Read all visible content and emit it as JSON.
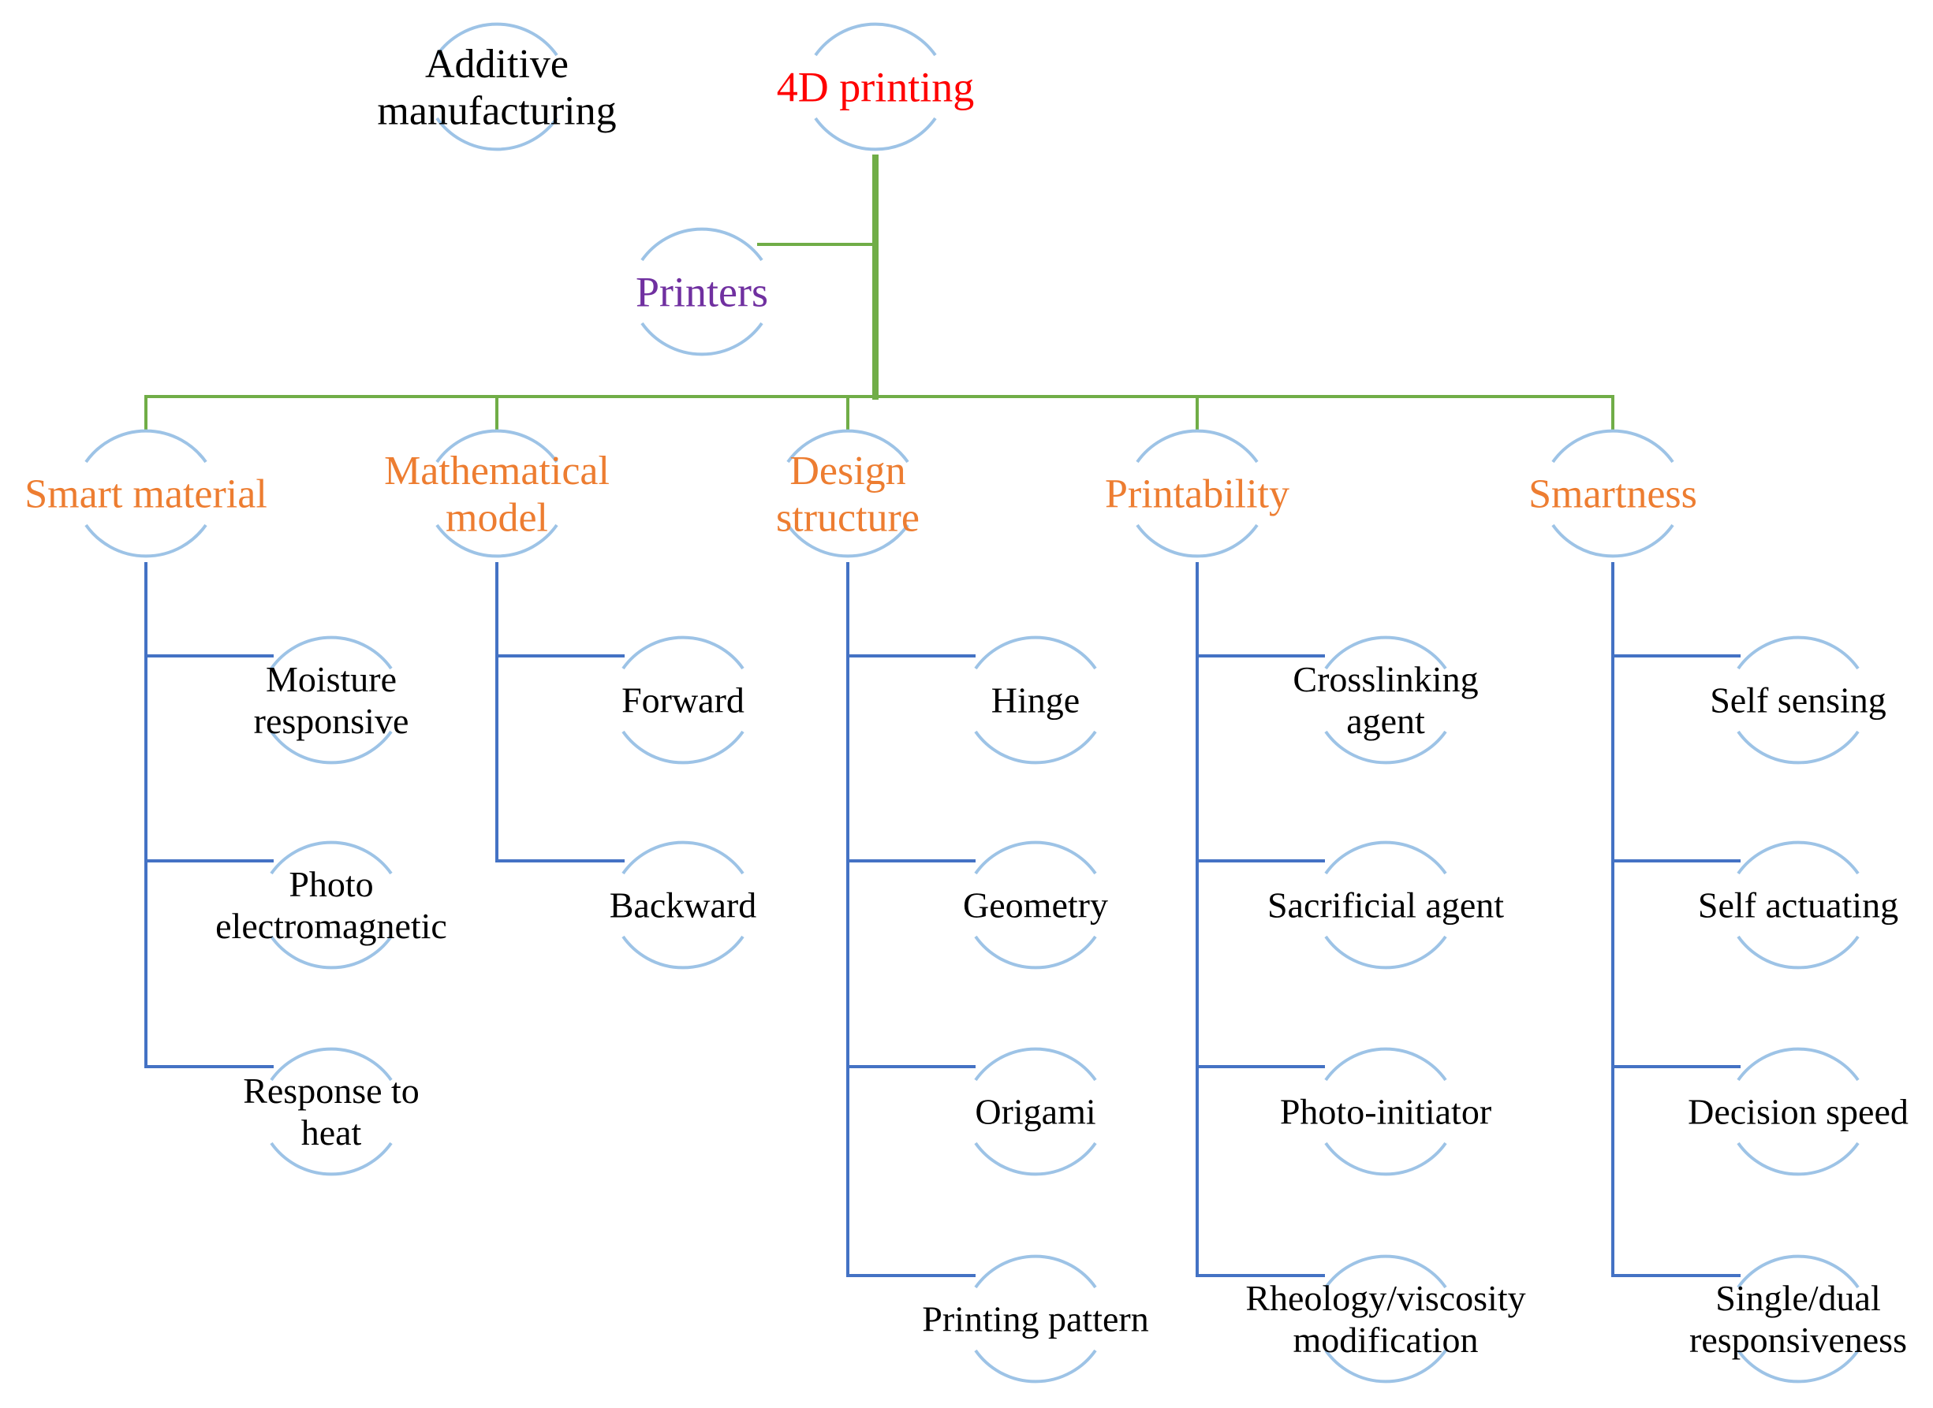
{
  "colors": {
    "root_text": "#ff0000",
    "category_text": "#ed7d31",
    "printers_text": "#7030a0",
    "leaf_text": "#000000",
    "additive_text": "#000000",
    "green_line": "#70ad47",
    "blue_line": "#4472c4",
    "arc": "#9dc3e6"
  },
  "title_left": [
    "Additive",
    "manufacturing"
  ],
  "root": [
    "4D printing"
  ],
  "printers": [
    "Printers"
  ],
  "categories": [
    {
      "label": [
        "Smart material"
      ],
      "children": [
        [
          "Moisture",
          "responsive"
        ],
        [
          "Photo",
          "electromagnetic"
        ],
        [
          "Response to",
          "heat"
        ]
      ]
    },
    {
      "label": [
        "Mathematical",
        "model"
      ],
      "children": [
        [
          "Forward"
        ],
        [
          "Backward"
        ]
      ]
    },
    {
      "label": [
        "Design",
        "structure"
      ],
      "children": [
        [
          "Hinge"
        ],
        [
          "Geometry"
        ],
        [
          "Origami"
        ],
        [
          "Printing pattern"
        ]
      ]
    },
    {
      "label": [
        "Printability"
      ],
      "children": [
        [
          "Crosslinking",
          "agent"
        ],
        [
          "Sacrificial agent"
        ],
        [
          "Photo-initiator"
        ],
        [
          "Rheology/viscosity",
          "modification"
        ]
      ]
    },
    {
      "label": [
        "Smartness"
      ],
      "children": [
        [
          "Self sensing"
        ],
        [
          "Self actuating"
        ],
        [
          "Decision speed"
        ],
        [
          "Single/dual",
          "responsiveness"
        ]
      ]
    }
  ]
}
